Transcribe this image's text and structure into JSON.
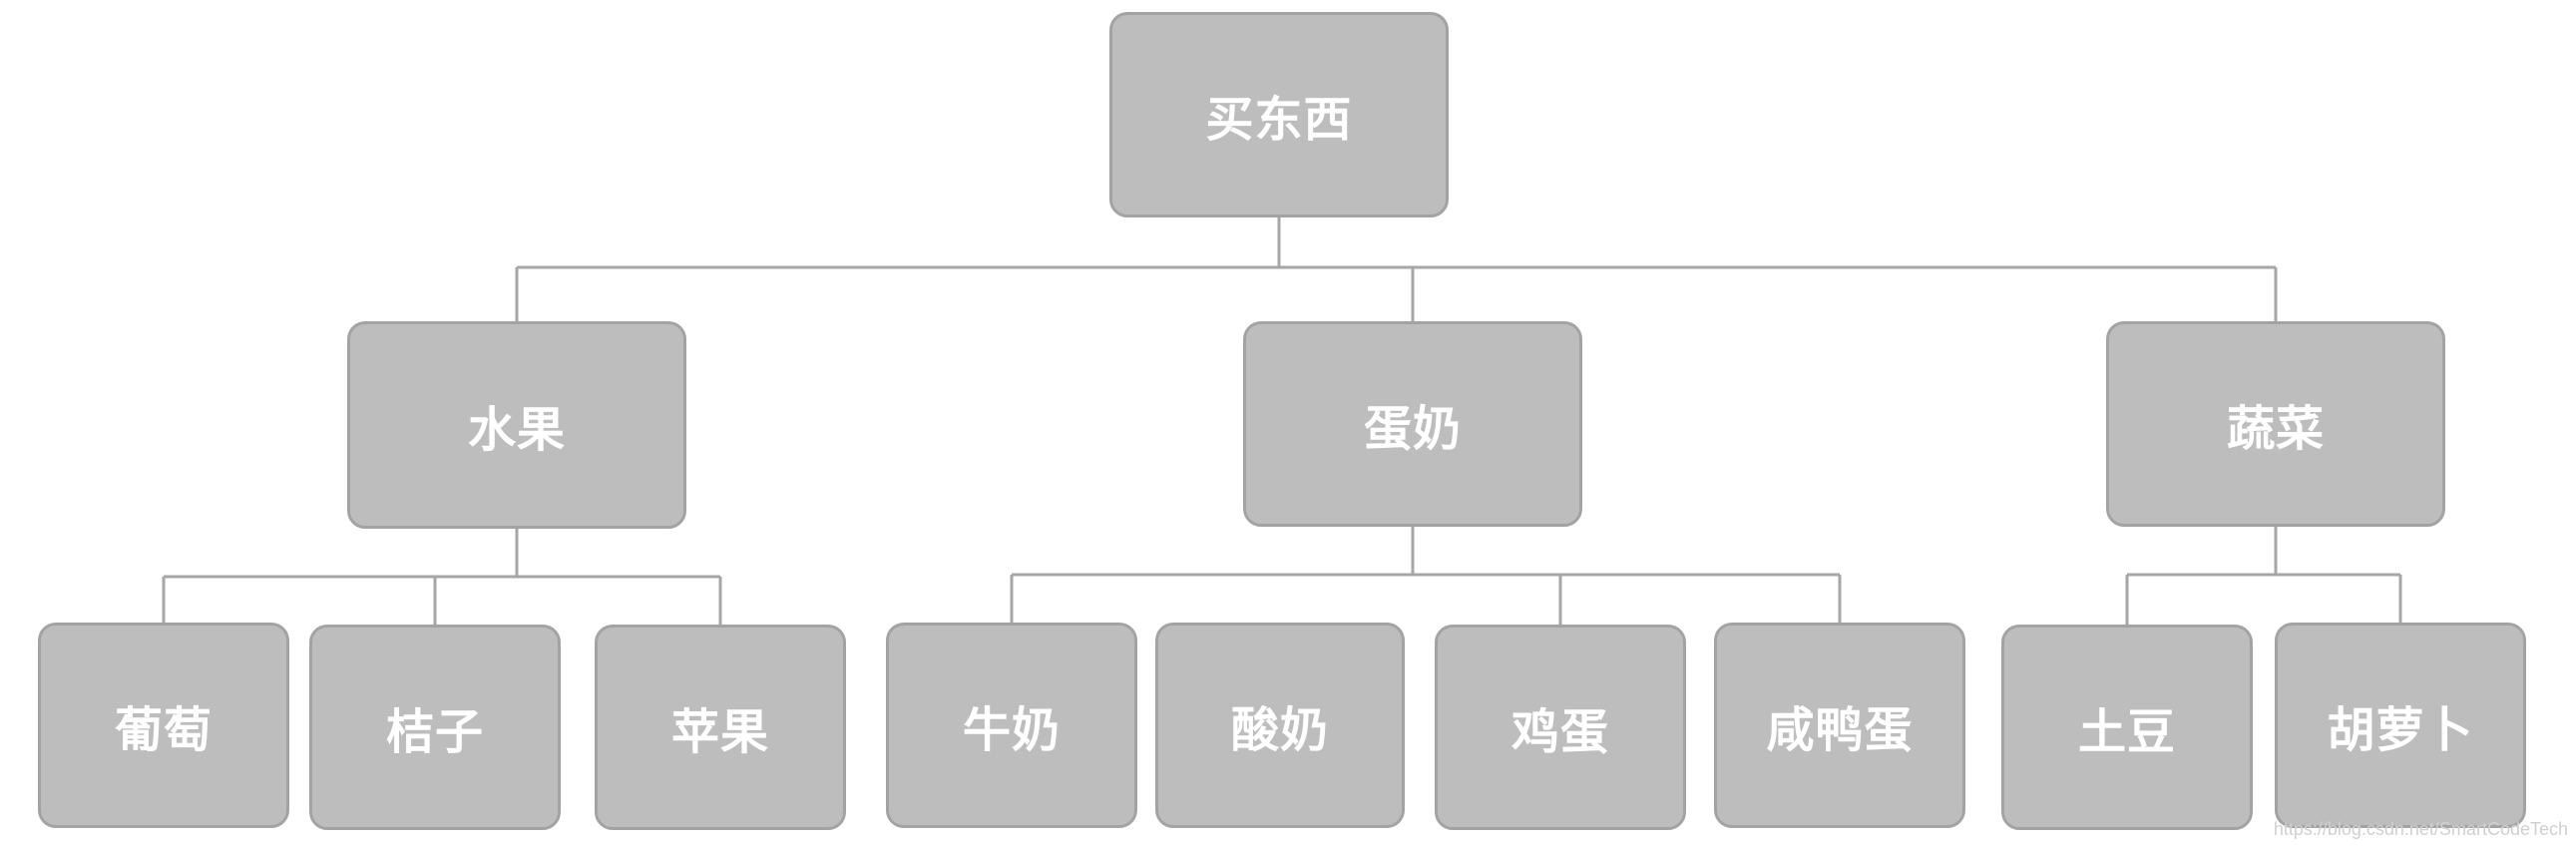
{
  "diagram": {
    "root": {
      "label": "买东西"
    },
    "categories": [
      {
        "label": "水果",
        "items": [
          {
            "label": "葡萄"
          },
          {
            "label": "桔子"
          },
          {
            "label": "苹果"
          }
        ]
      },
      {
        "label": "蛋奶",
        "items": [
          {
            "label": "牛奶"
          },
          {
            "label": "酸奶"
          },
          {
            "label": "鸡蛋"
          },
          {
            "label": "咸鸭蛋"
          }
        ]
      },
      {
        "label": "蔬菜",
        "items": [
          {
            "label": "土豆"
          },
          {
            "label": "胡萝卜"
          }
        ]
      }
    ]
  },
  "watermark": "https://blog.csdn.net/SmartCodeTech",
  "colors": {
    "node_fill": "#bdbdbd",
    "node_border": "#a3a3a3",
    "connector": "#a6a6a6",
    "label_text": "#ffffff"
  }
}
